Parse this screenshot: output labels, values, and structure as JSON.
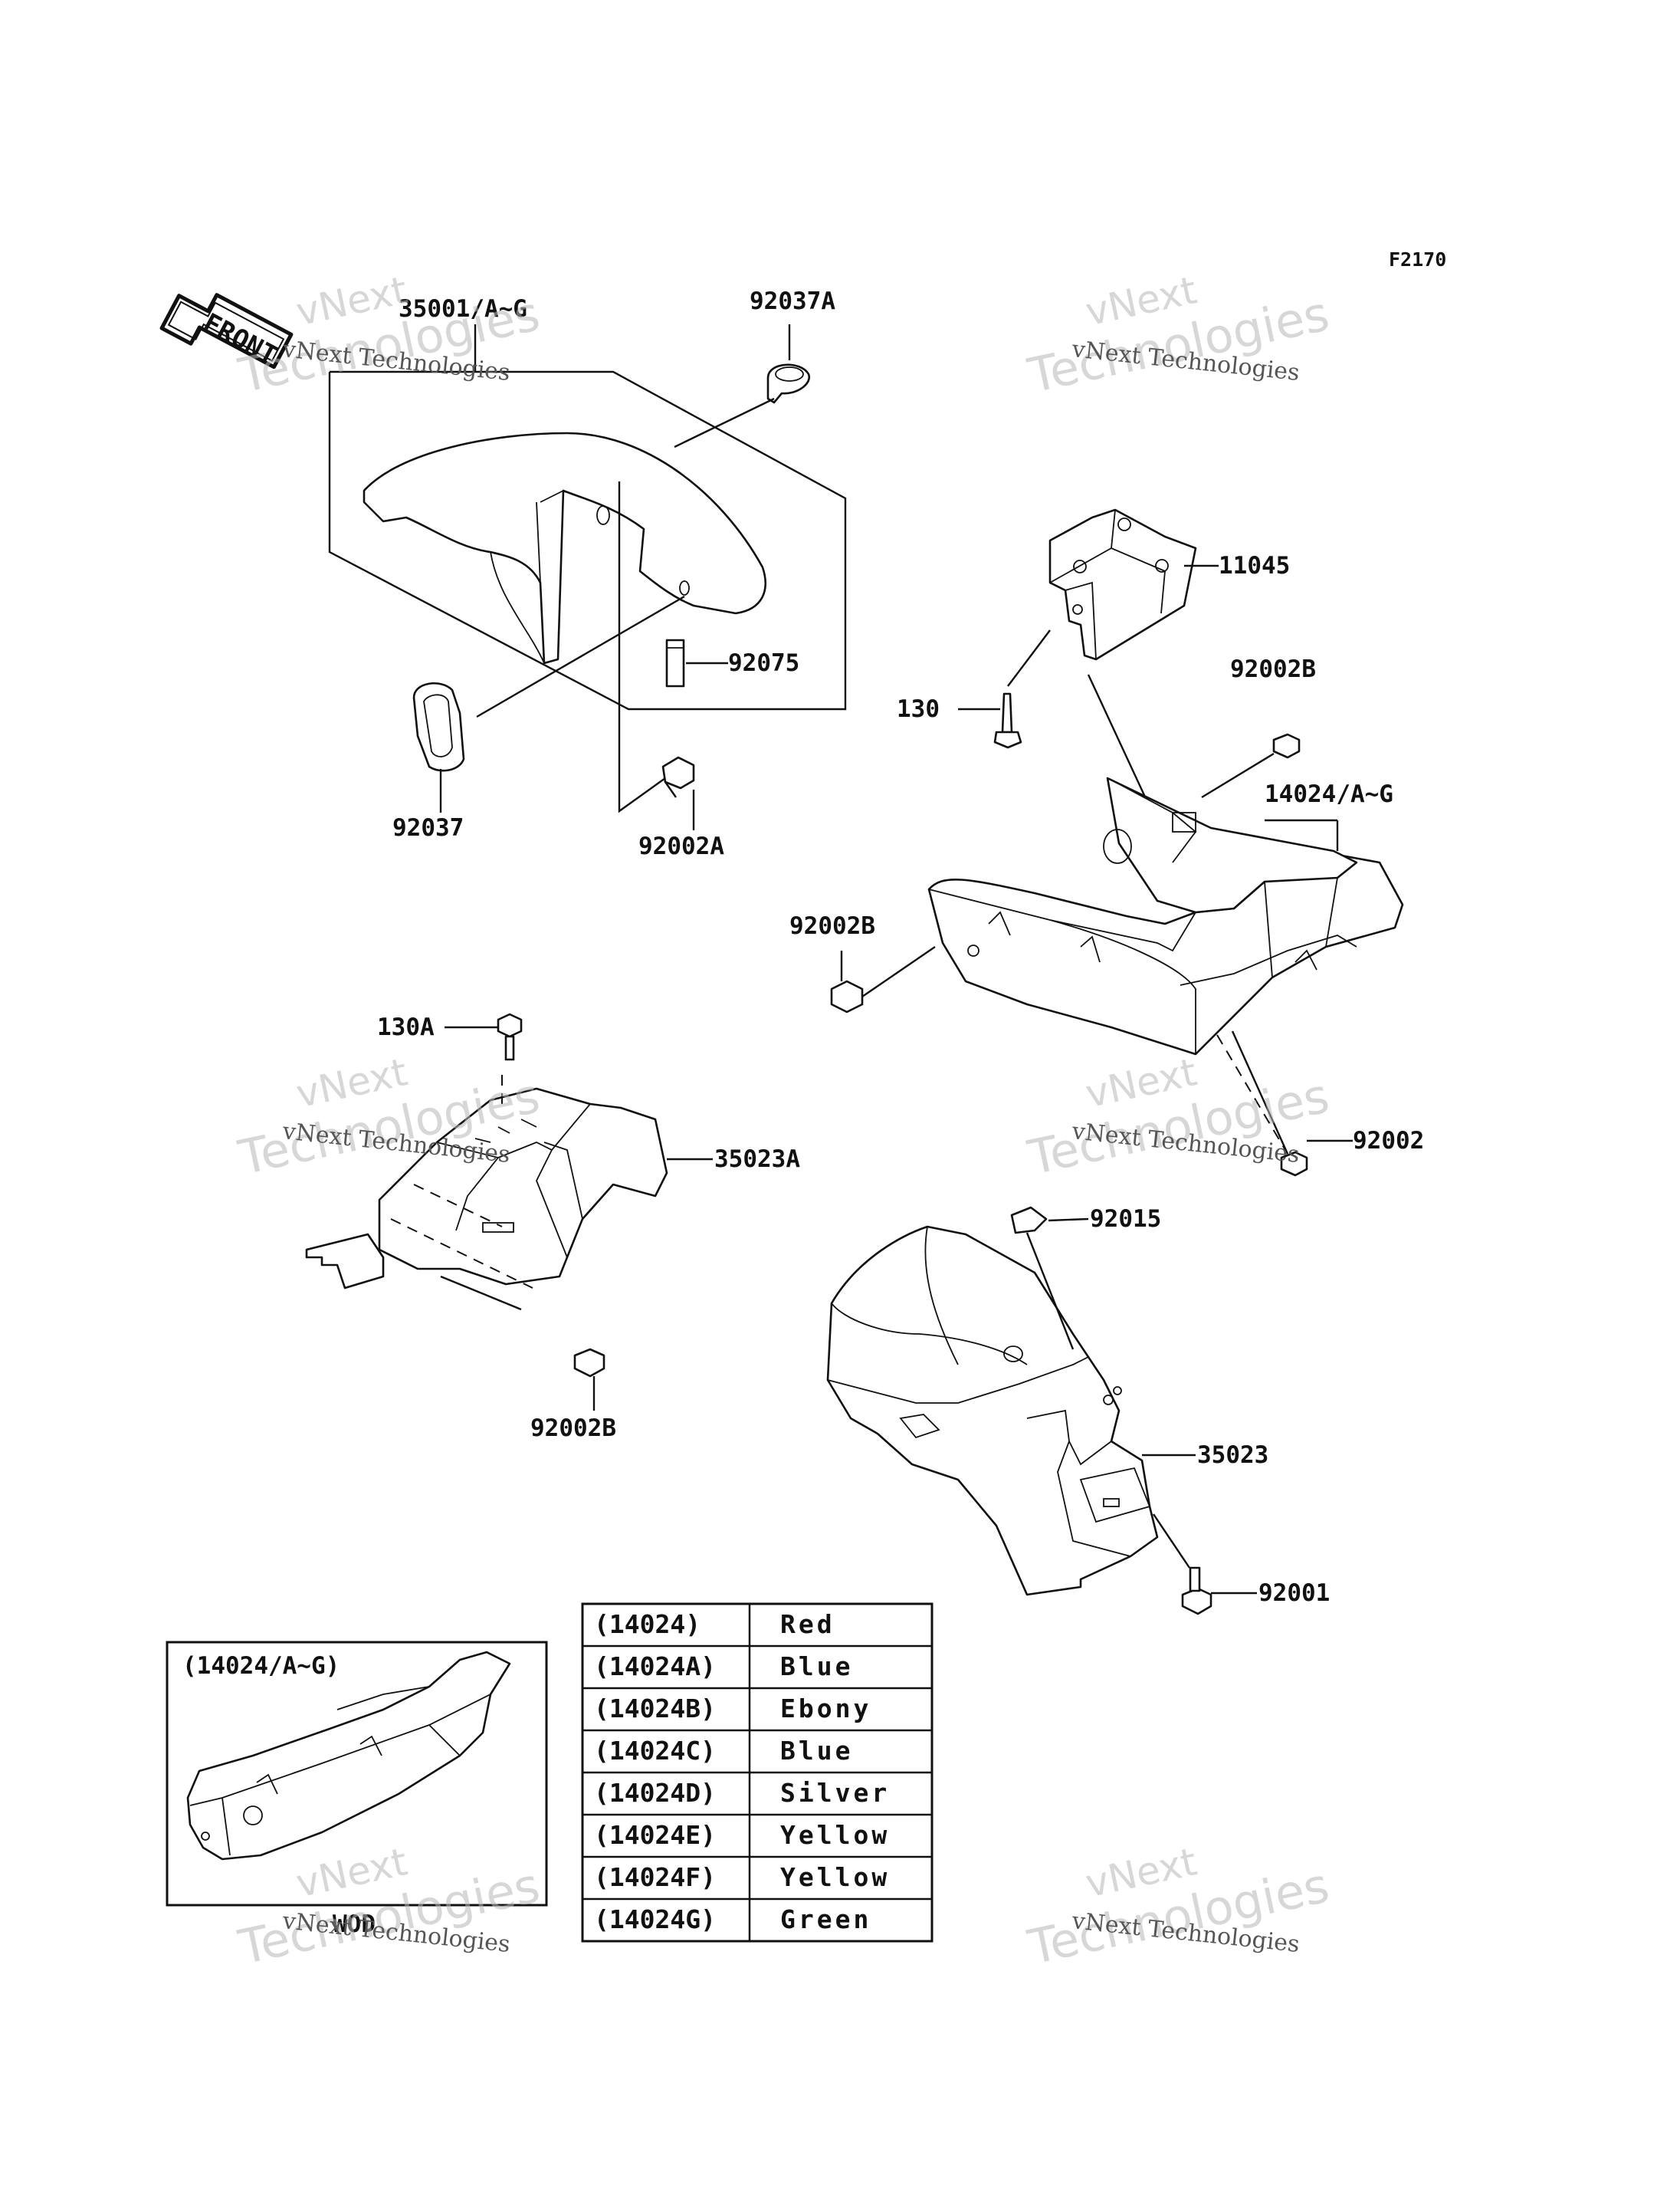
{
  "diagram_code": "F2170",
  "direction_label": "FRONT",
  "watermark": {
    "line1": "vNext",
    "line2": "Technologies",
    "caption": "vNext Technologies"
  },
  "callouts": {
    "front_fender": "35001/A~G",
    "clamp_a": "92037A",
    "clamp": "92037",
    "damper": "92075",
    "bolt_92002a": "92002A",
    "bracket": "11045",
    "bolt_130": "130",
    "bolt_92002b_top": "92002B",
    "seat_cover": "14024/A~G",
    "bolt_92002b_left": "92002B",
    "bolt_92002": "92002",
    "bolt_130a": "130A",
    "inner_fender": "35023A",
    "bolt_92002b_bottom": "92002B",
    "nut": "92015",
    "rear_fender": "35023",
    "bolt_92001": "92001"
  },
  "inset": {
    "title": "(14024/A~G)",
    "footer": "WOD"
  },
  "color_table": {
    "rows": [
      {
        "code": "(14024)",
        "color": "Red"
      },
      {
        "code": "(14024A)",
        "color": "Blue"
      },
      {
        "code": "(14024B)",
        "color": "Ebony"
      },
      {
        "code": "(14024C)",
        "color": "Blue"
      },
      {
        "code": "(14024D)",
        "color": "Silver"
      },
      {
        "code": "(14024E)",
        "color": "Yellow"
      },
      {
        "code": "(14024F)",
        "color": "Yellow"
      },
      {
        "code": "(14024G)",
        "color": "Green"
      }
    ]
  },
  "colors": {
    "ink": "#111111",
    "paper": "#ffffff",
    "watermark": "#b8b8b8"
  }
}
